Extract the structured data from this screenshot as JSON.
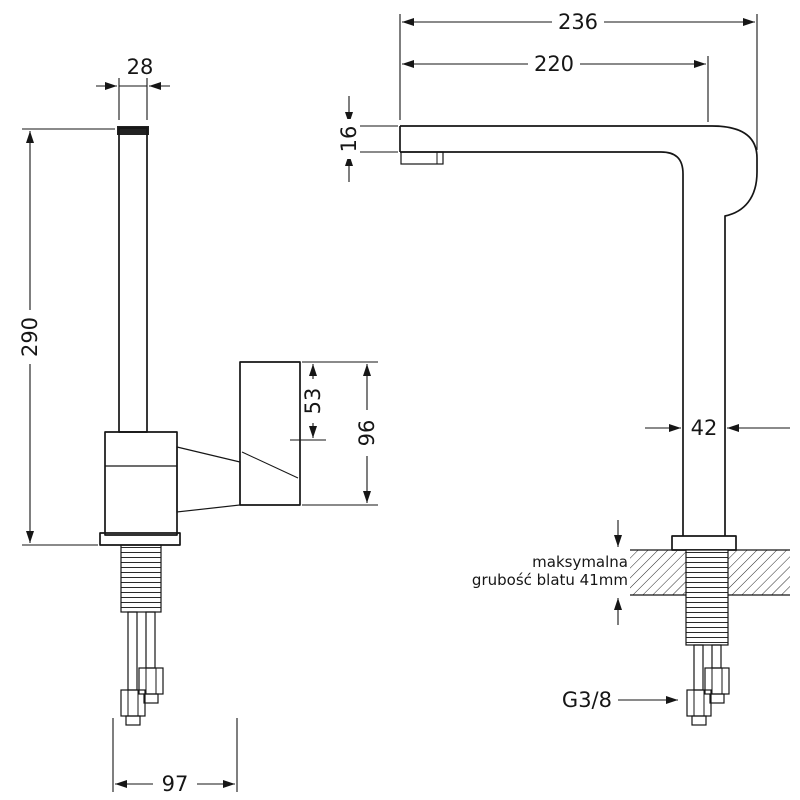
{
  "drawing": {
    "line_color": "#161616",
    "background": "#ffffff"
  },
  "left_view": {
    "dim_lever_width": "28",
    "dim_total_height": "290",
    "dim_handle_height": "53",
    "dim_handle_total_height": "96",
    "dim_base_offset": "97"
  },
  "right_view": {
    "dim_total_reach": "236",
    "dim_spout_reach": "220",
    "dim_spout_thickness": "16",
    "dim_body_width": "42",
    "counter_note_line1": "maksymalna",
    "counter_note_line2": "grubość blatu 41mm",
    "thread_spec": "G3/8"
  }
}
